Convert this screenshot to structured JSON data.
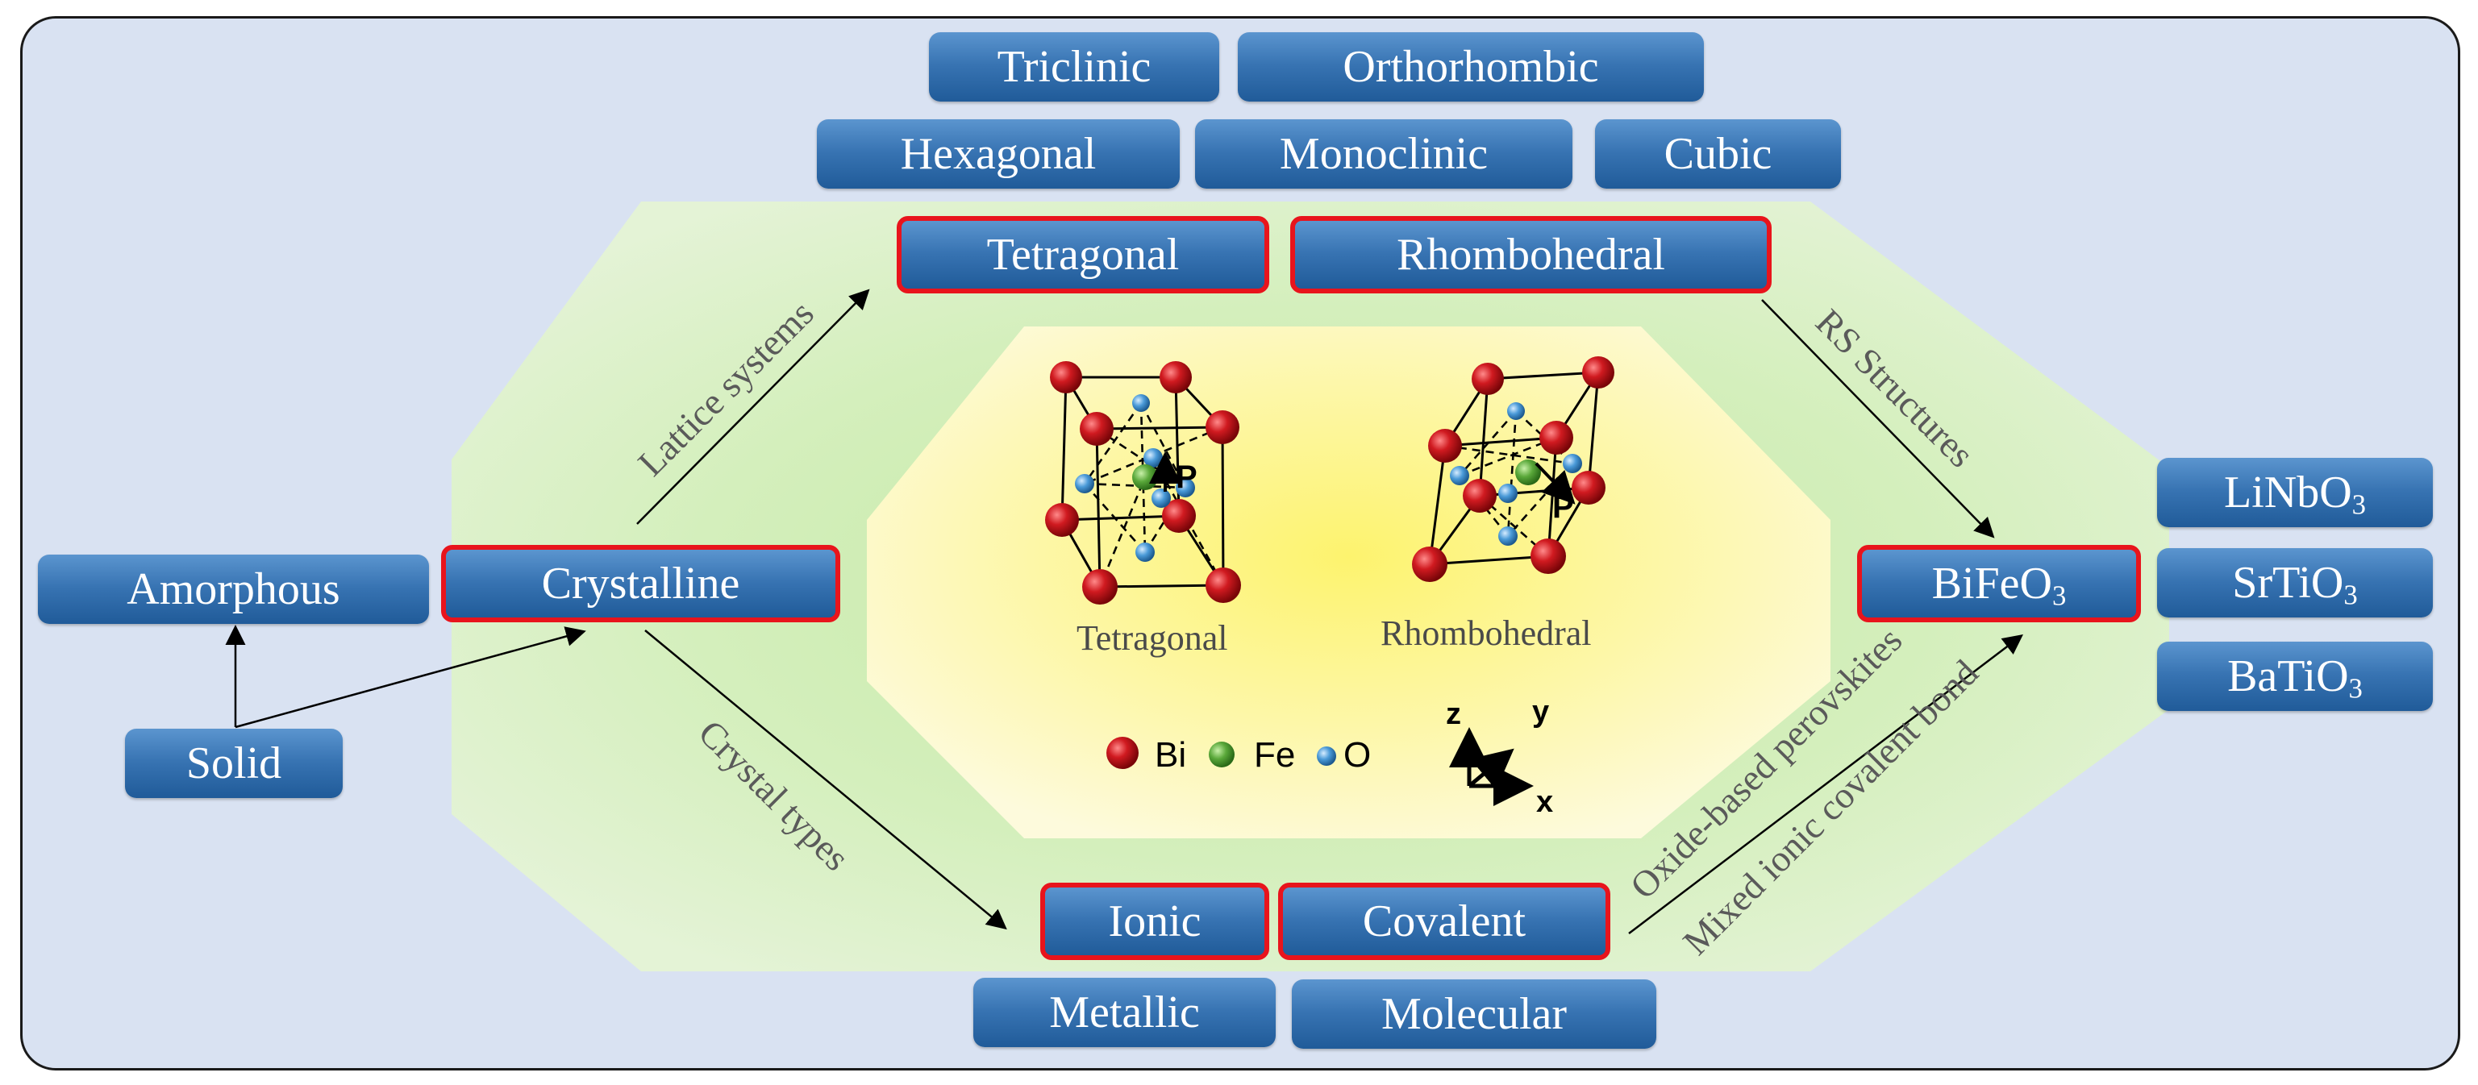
{
  "colors": {
    "highlight": "#e8141c",
    "box": "#3773b2",
    "outer_bg": "#d9e2f2",
    "green_zone": "#cdebb4",
    "yellow_zone": "#fdf58a"
  },
  "nodes": {
    "solid": "Solid",
    "amorphous": "Amorphous",
    "crystalline": "Crystalline",
    "lattice": {
      "triclinic": "Triclinic",
      "orthorhombic": "Orthorhombic",
      "hexagonal": "Hexagonal",
      "monoclinic": "Monoclinic",
      "cubic": "Cubic",
      "tetragonal": "Tetragonal",
      "rhombohedral": "Rhombohedral"
    },
    "crystal_types": {
      "ionic": "Ionic",
      "covalent": "Covalent",
      "metallic": "Metallic",
      "molecular": "Molecular"
    },
    "bifeo3": {
      "base": "BiFe",
      "elem": "O",
      "sub": "3"
    },
    "perovskites": [
      {
        "base": "LiNb",
        "elem": "O",
        "sub": "3"
      },
      {
        "base": "SrTi",
        "elem": "O",
        "sub": "3"
      },
      {
        "base": "BaTi",
        "elem": "O",
        "sub": "3"
      }
    ]
  },
  "edge_labels": {
    "lattice_systems": "Lattice systems",
    "crystal_types": "Crystal types",
    "rs_structures": "RS Structures",
    "oxide_perovskites": "Oxide-based perovskites",
    "mixed_bond": "Mixed ionic covalent bond"
  },
  "structures": {
    "tetragonal_label": "Tetragonal",
    "rhombohedral_label": "Rhombohedral",
    "polarization_symbol": "P"
  },
  "legend": {
    "items": [
      {
        "label": "Bi",
        "color": "#c0141a",
        "icon": "red-sphere"
      },
      {
        "label": "Fe",
        "color": "#5aa83a",
        "icon": "green-sphere"
      },
      {
        "label": "O",
        "color": "#4a9ad8",
        "icon": "blue-sphere"
      }
    ]
  },
  "axes": {
    "z": "z",
    "y": "y",
    "x": "x"
  }
}
